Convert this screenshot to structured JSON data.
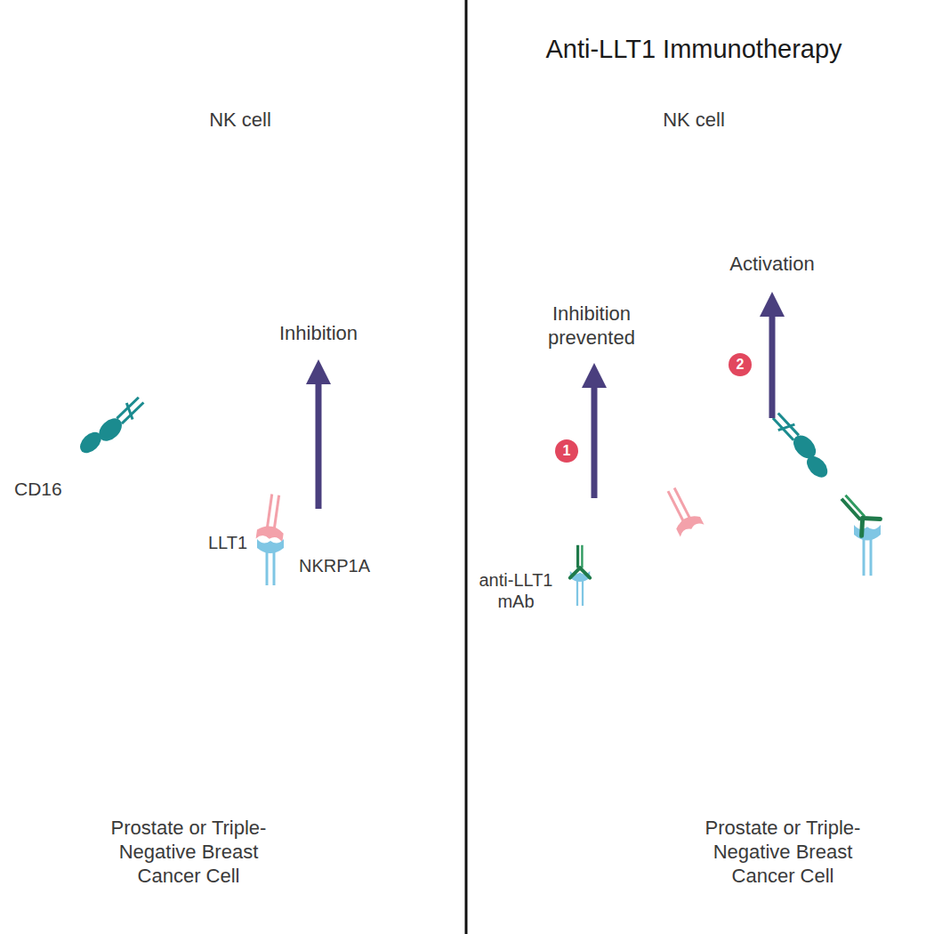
{
  "diagram": {
    "title": "Anti-LLT1 Immunotherapy",
    "nodes": [
      {
        "text": [
          "NK cell"
        ]
      },
      {
        "text": [
          "Prostate or Triple-Negative Breast Cancer Cell"
        ]
      },
      {
        "text": [
          "NK cell"
        ]
      },
      {
        "text": [
          "Prostate or Triple-Negative Breast Cancer Cell"
        ]
      }
    ],
    "labels": [
      "CD16",
      "Inhibition",
      "NKRP1A",
      "LLT1",
      "Inhibition prevented",
      "1",
      "Activation",
      "2",
      "anti-LLT1 mAb"
    ]
  }
}
